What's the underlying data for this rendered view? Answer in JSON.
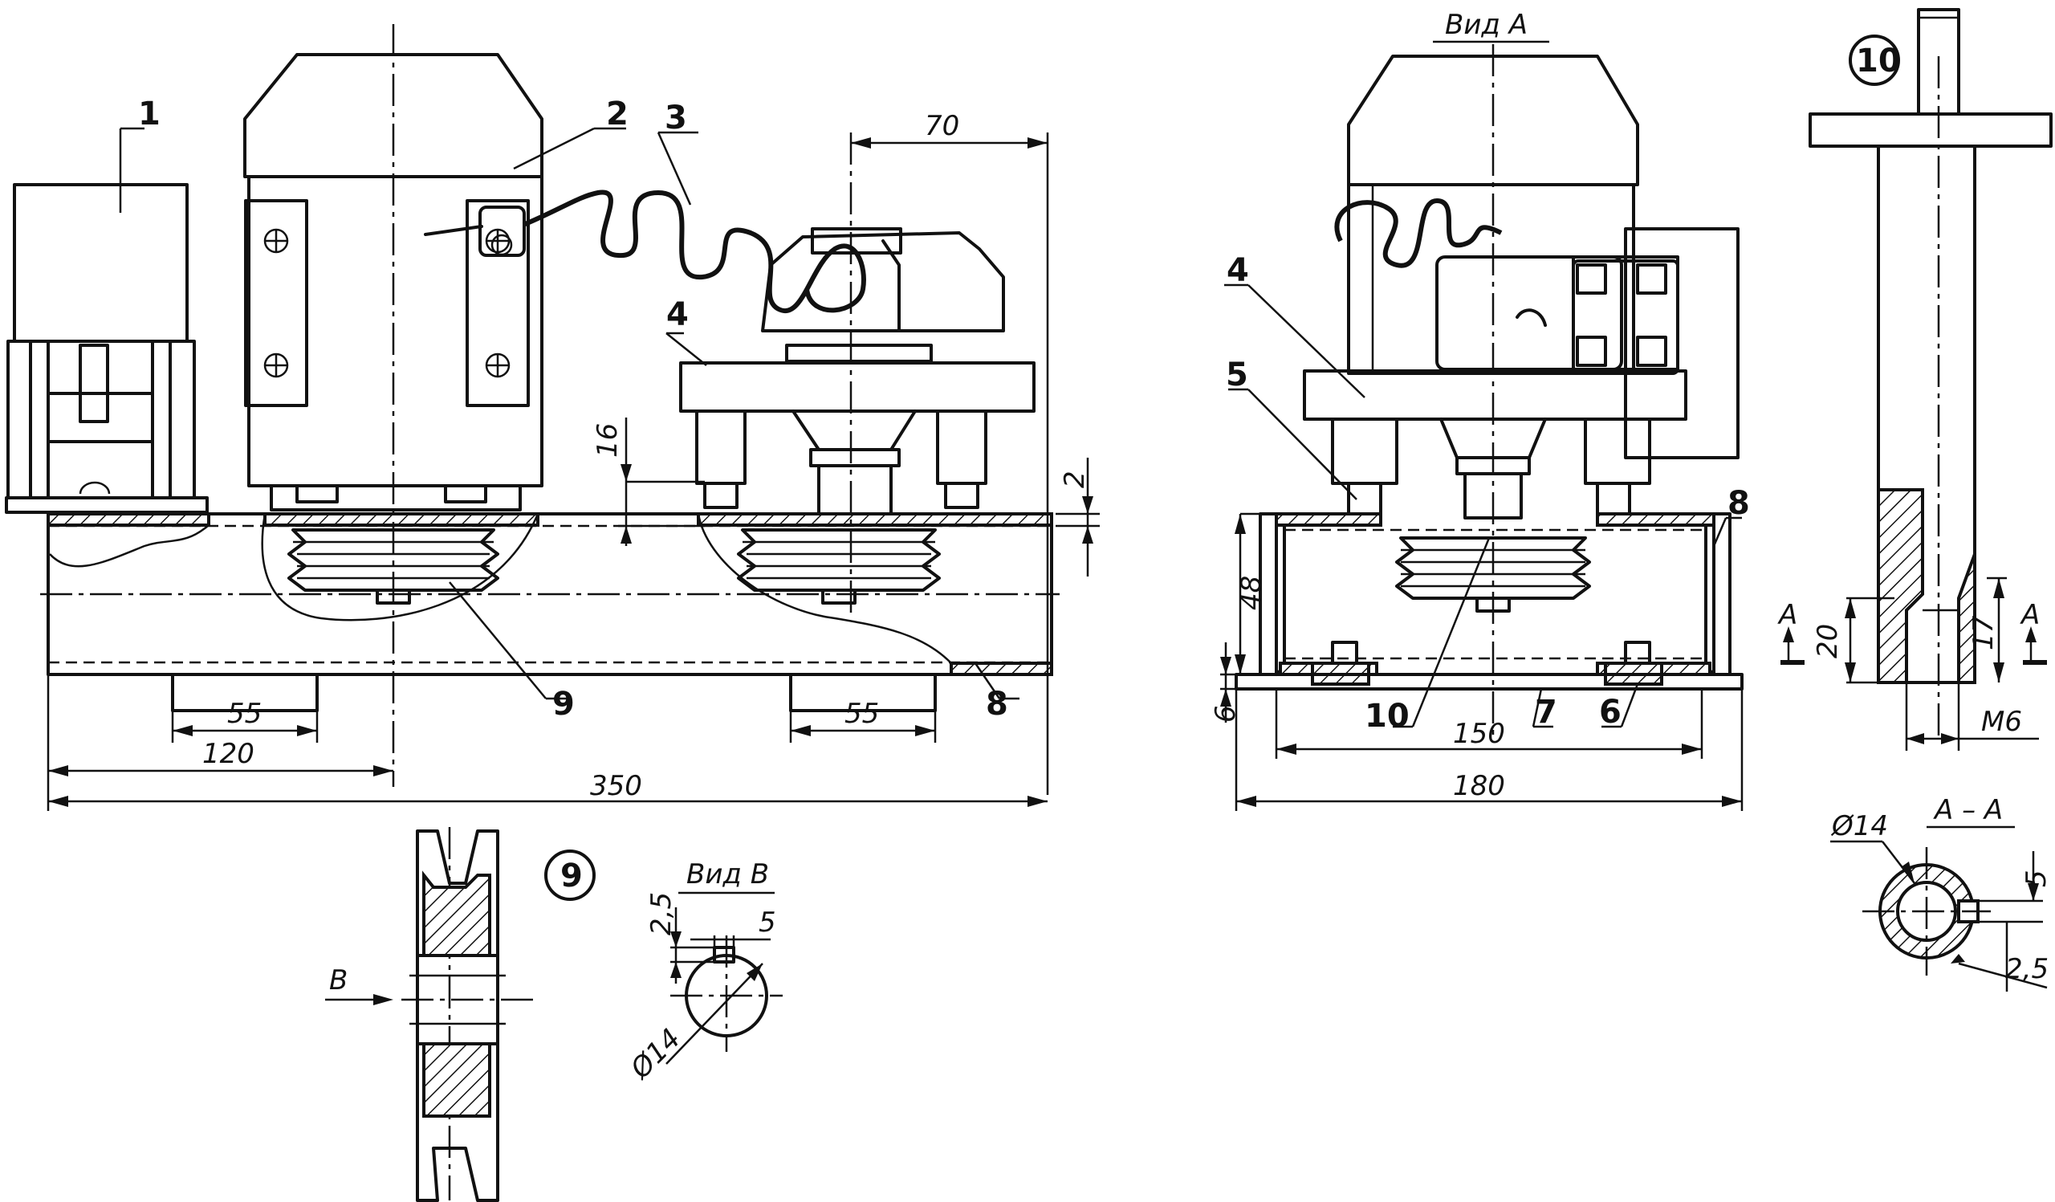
{
  "callouts": {
    "c1": "1",
    "c2": "2",
    "c3": "3",
    "c4": "4",
    "c4b": "4",
    "c5": "5",
    "c6": "6",
    "c7": "7",
    "c8": "8",
    "c8b": "8",
    "c9": "9",
    "c10": "10"
  },
  "circled": {
    "detail9": "9",
    "detail10": "10"
  },
  "views": {
    "vid_a": "Вид А",
    "vid_b": "Вид В",
    "section_aa": "А – А",
    "arrow_b": "В",
    "cut_a_left": "А",
    "cut_a_right": "А"
  },
  "dimensions": {
    "d70": "70",
    "d16": "16",
    "d2": "2",
    "d55a": "55",
    "d55b": "55",
    "d120": "120",
    "d350": "350",
    "d48": "48",
    "d6": "6",
    "d150": "150",
    "d180": "180",
    "d20": "20",
    "d17": "17",
    "m6": "М6",
    "phi14_shaft": "Ø14",
    "phi14_pulley": "Ø14",
    "d25_pulley": "2,5",
    "d5_pulley": "5",
    "d5_sec": "5",
    "d25_sec": "2,5"
  }
}
